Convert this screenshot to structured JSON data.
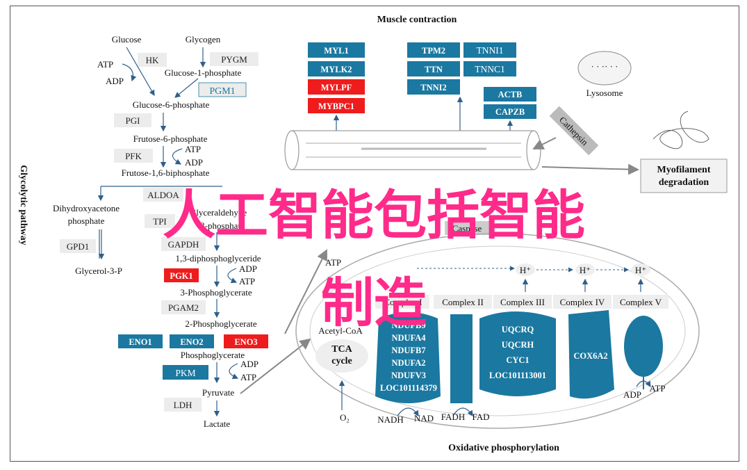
{
  "titles": {
    "top": "Muscle contraction",
    "bottom": "Oxidative phosphorylation",
    "side": "Glycolytic pathway"
  },
  "glycolysis": {
    "glucose": "Glucose",
    "glycogen": "Glycogen",
    "hk": "HK",
    "pygm": "PYGM",
    "atp": "ATP",
    "adp": "ADP",
    "g1p": "Glucose-1-phosphate",
    "pgm1": "PGM1",
    "g6p": "Glucose-6-phosphate",
    "pgi": "PGI",
    "f6p": "Frutose-6-phosphate",
    "pfk": "PFK",
    "f16bp": "Frutose-1,6-biphosphate",
    "aldoa": "ALDOA",
    "dhap1": "Dihydroxyacetone",
    "dhap2": "phosphate",
    "tpi": "TPI",
    "g3p1": "Glyceraldehyde",
    "g3p2": "3-phosphate",
    "gpd1": "GPD1",
    "gapdh": "GAPDH",
    "glycerol3p": "Glycerol-3-P",
    "bpg": "1,3-diphosphoglyceride",
    "pgk1": "PGK1",
    "pg3": "3-Phosphoglycerate",
    "pgam2": "PGAM2",
    "pg2": "2-Phosphoglycerate",
    "eno1": "ENO1",
    "eno2": "ENO2",
    "eno3": "ENO3",
    "pep": "Phosphoglycerate",
    "pkm": "PKM",
    "pyruvate": "Pyruvate",
    "ldh": "LDH",
    "lactate": "Lactate"
  },
  "muscle": {
    "col1": [
      "MYL1",
      "MYLK2",
      "MYLPF",
      "MYBPC1"
    ],
    "col2a": [
      "TPM2",
      "TTN",
      "TNNI2"
    ],
    "col2b": [
      "TNNI1",
      "TNNC1"
    ],
    "col3": [
      "ACTB",
      "CAPZB"
    ],
    "lysosome": "Lysosome",
    "lysosome_dots": "· · ·· · ·",
    "cathepsin": "Cathepsin",
    "myofilament1": "Myofilament",
    "myofilament2": "degradation",
    "caspase": "Caspase"
  },
  "oxphos": {
    "atp": "ATP",
    "acetylcoa": "Acetyl-CoA",
    "tca1": "TCA",
    "tca2": "cycle",
    "complex1": "Complex I",
    "complex2": "Complex II",
    "complex3": "Complex III",
    "complex4": "Complex IV",
    "complex5": "Complex V",
    "c1_genes": [
      "NDUFB9",
      "NDUFA4",
      "NDUFB7",
      "NDUFA2",
      "NDUFV3",
      "LOC101114379"
    ],
    "c3_genes": [
      "UQCRQ",
      "UQCRH",
      "CYC1",
      "LOC101113001"
    ],
    "c4_genes": [
      "COX6A2"
    ],
    "hplus": "H⁺",
    "nadh": "NADH",
    "nad": "NAD",
    "fadh": "FADH",
    "fad": "FAD",
    "o2": "O₂",
    "adp": "ADP",
    "atp2": "ATP"
  },
  "watermark": {
    "line1": "人工智能包括智能",
    "line2": "制造"
  },
  "colors": {
    "blue": "#1b78a0",
    "red": "#ee1c1c",
    "gray": "#ececec",
    "watermark": "#ff2a8a"
  }
}
